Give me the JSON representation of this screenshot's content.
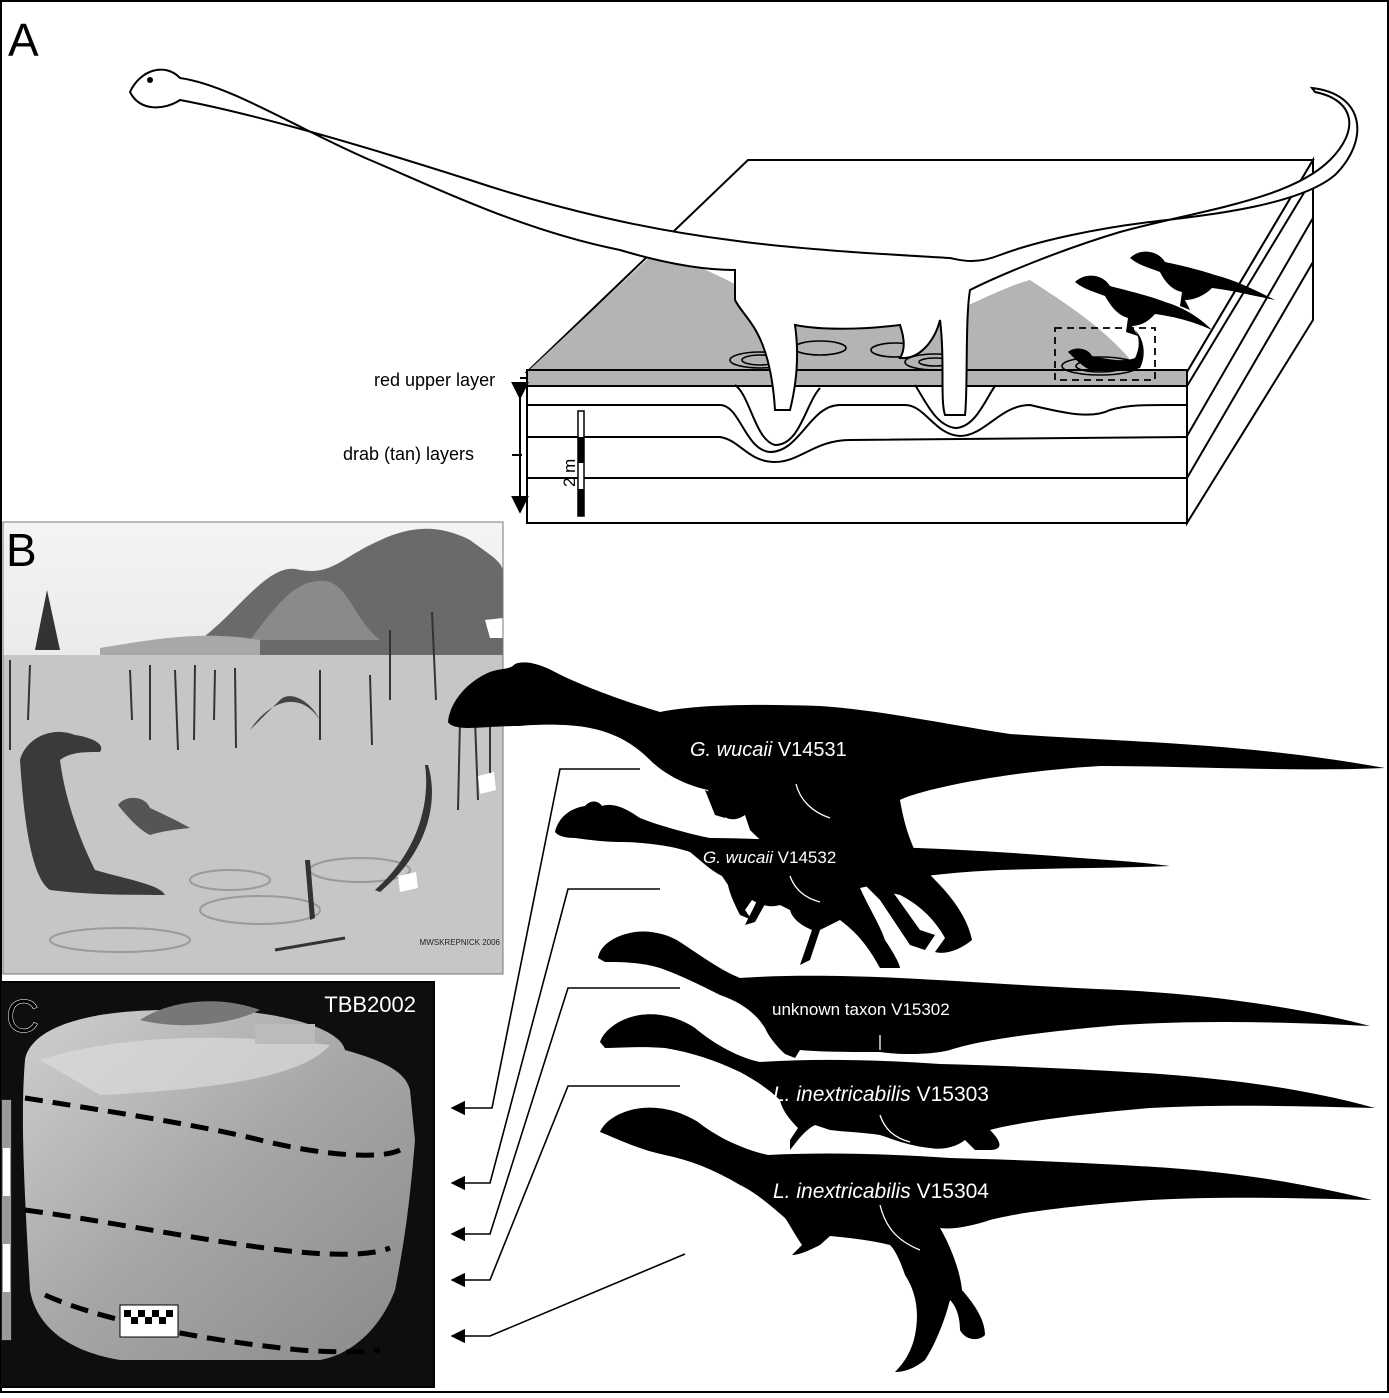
{
  "panels": {
    "a": {
      "letter": "A"
    },
    "b": {
      "letter": "B",
      "signature": "MWSKREPNICK 2006"
    },
    "c": {
      "letter": "C",
      "specimen": "TBB2002"
    }
  },
  "strata": {
    "upper": "red upper layer",
    "lower": "drab (tan) layers",
    "scale": "2 m"
  },
  "specimens": [
    {
      "genus": "G. wucaii",
      "id": "V14531"
    },
    {
      "genus": "G. wucaii",
      "id": "V14532"
    },
    {
      "genus": "unknown taxon",
      "id": "V15302"
    },
    {
      "genus": "L. inextricabilis",
      "id": "V15303"
    },
    {
      "genus": "L. inextricabilis",
      "id": "V15304"
    }
  ],
  "colors": {
    "ink": "#000000",
    "gray_fill": "#b4b4b4",
    "paper": "#ffffff"
  }
}
